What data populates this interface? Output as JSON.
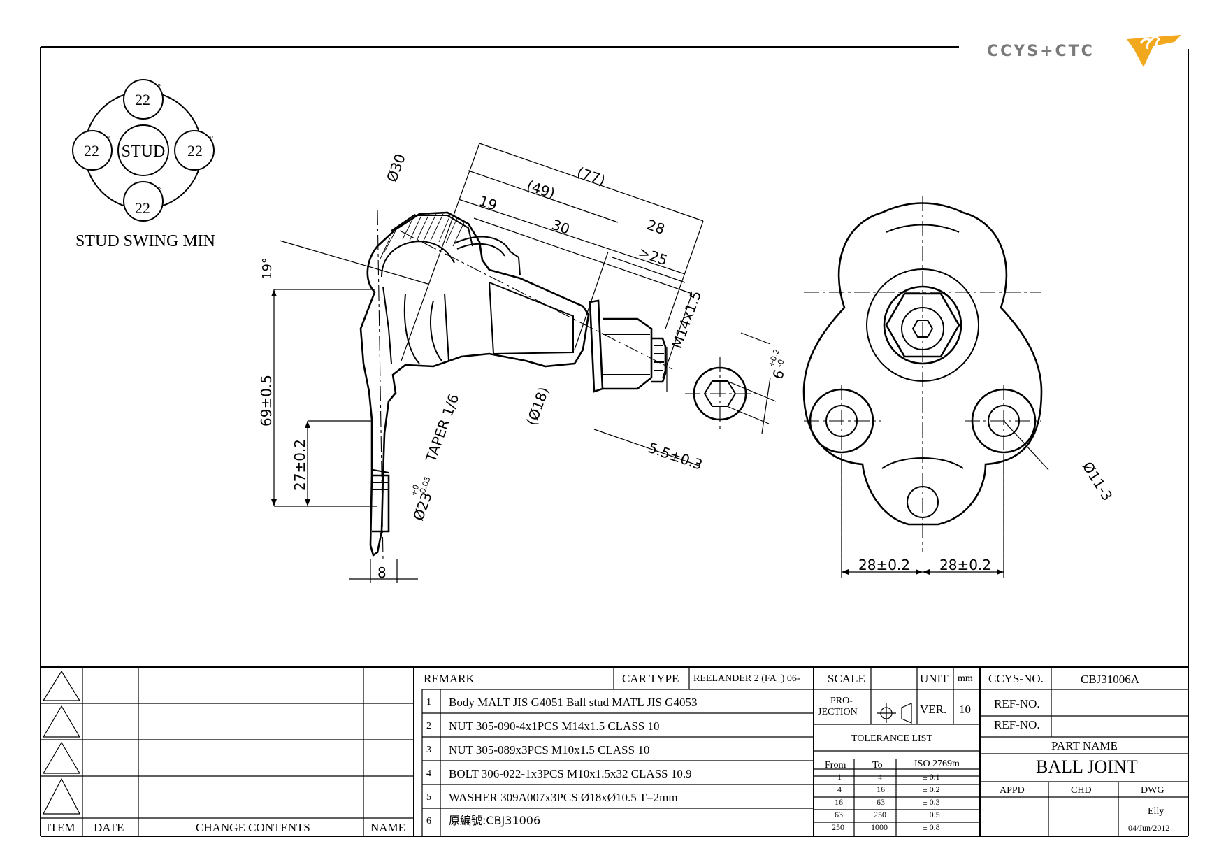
{
  "logo": {
    "text": "CCYS+CTC"
  },
  "stud_swing": {
    "center_label": "STUD",
    "angles": [
      "22",
      "22",
      "22",
      "22"
    ],
    "degree_mark": "°",
    "caption": "STUD SWING MIN"
  },
  "dimensions": {
    "d_head": "Ø30",
    "len_77": "(77)",
    "len_49": "(49)",
    "len_19": "19",
    "len_30": "30",
    "len_28": "28",
    "len_gt25": ">25",
    "angle_19": "19°",
    "height_69": "69±0.5",
    "height_27": "27±0.2",
    "taper": "TAPER 1/6",
    "d_23": "Ø23",
    "d_23_tol_upper": "+0",
    "d_23_tol_lower": "-0.05",
    "d_18": "(Ø18)",
    "thread": "M14x1.5",
    "hex_6": "6",
    "hex_6_tol_upper": "+0.2",
    "hex_6_tol_lower": "-0",
    "len_5_5": "5.5±0.3",
    "width_8": "8",
    "bolt_spacing_left": "28±0.2",
    "bolt_spacing_right": "28±0.2",
    "hole_d": "Ø11-3"
  },
  "revision_table": {
    "headers": {
      "item": "ITEM",
      "date": "DATE",
      "change": "CHANGE CONTENTS",
      "name": "NAME"
    }
  },
  "remarks": {
    "header": "REMARK",
    "car_type_label": "CAR TYPE",
    "car_type_value": "REELANDER 2 (FA_) 06-",
    "items": [
      {
        "no": "1",
        "text": "Body MALT JIS G4051      Ball stud MATL JIS G4053"
      },
      {
        "no": "2",
        "text": "NUT 305-090-4x1PCS M14x1.5 CLASS 10"
      },
      {
        "no": "3",
        "text": "NUT 305-089x3PCS M10x1.5 CLASS 10"
      },
      {
        "no": "4",
        "text": "BOLT 306-022-1x3PCS M10x1.5x32 CLASS 10.9"
      },
      {
        "no": "5",
        "text": "WASHER 309A007x3PCS  Ø18xØ10.5 T=2mm"
      },
      {
        "no": "6",
        "text": "原編號:CBJ31006"
      }
    ]
  },
  "specs": {
    "scale_label": "SCALE",
    "scale_value": "",
    "unit_label": "UNIT",
    "unit_value": "mm",
    "projection_label_1": "PRO-",
    "projection_label_2": "JECTION",
    "ver_label": "VER.",
    "ver_value": "10",
    "tolerance_title": "TOLERANCE LIST",
    "tolerance_headers": {
      "from": "From",
      "to": "To",
      "std": "ISO 2769m"
    },
    "tolerance_rows": [
      {
        "from": "1",
        "to": "4",
        "tol": "± 0.1"
      },
      {
        "from": "4",
        "to": "16",
        "tol": "± 0.2"
      },
      {
        "from": "16",
        "to": "63",
        "tol": "± 0.3"
      },
      {
        "from": "63",
        "to": "250",
        "tol": "± 0.5"
      },
      {
        "from": "250",
        "to": "1000",
        "tol": "± 0.8"
      }
    ]
  },
  "part": {
    "ccys_no_label": "CCYS-NO.",
    "ccys_no_value": "CBJ31006A",
    "ref_no_label_1": "REF-NO.",
    "ref_no_value_1": "",
    "ref_no_label_2": "REF-NO.",
    "ref_no_value_2": "",
    "part_name_label": "PART NAME",
    "part_name_value": "BALL JOINT",
    "appd_label": "APPD",
    "chd_label": "CHD",
    "dwg_label": "DWG",
    "dwg_name": "Elly",
    "dwg_date": "04/Jun/2012"
  },
  "colors": {
    "logo_accent": "#f2a81d",
    "logo_gray": "#7a7a7a",
    "ink": "#000000"
  }
}
